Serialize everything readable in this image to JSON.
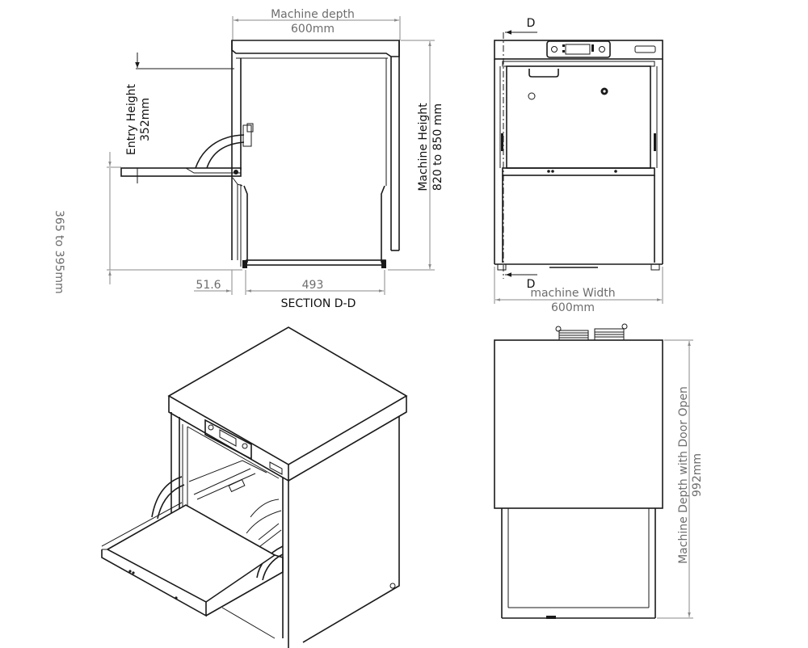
{
  "diagram": {
    "title": "Dishwasher technical dimension drawing",
    "colors": {
      "line": "#1a1a1a",
      "dimension": "#8a8a8a",
      "dimension_text": "#6d6d6d",
      "background": "#ffffff"
    },
    "section_view": {
      "caption": "SECTION D-D",
      "machine_depth_label": "Machine depth",
      "machine_depth_value": "600mm",
      "entry_height_label": "Entry Height",
      "entry_height_value": "352mm",
      "door_height_label": "365 to 395mm",
      "machine_height_label": "Machine Height",
      "machine_height_value": "820 to 850 mm",
      "offset_value": "51.6",
      "inner_depth_value": "493"
    },
    "front_view": {
      "section_marker_top": "D",
      "section_marker_bottom": "D",
      "machine_width_label": "machine Width",
      "machine_width_value": "600mm"
    },
    "top_view": {
      "depth_open_label": "Machine Depth with Door Open",
      "depth_open_value": "992mm"
    },
    "isometric_view": {
      "description": "Isometric view of machine with door open"
    }
  }
}
